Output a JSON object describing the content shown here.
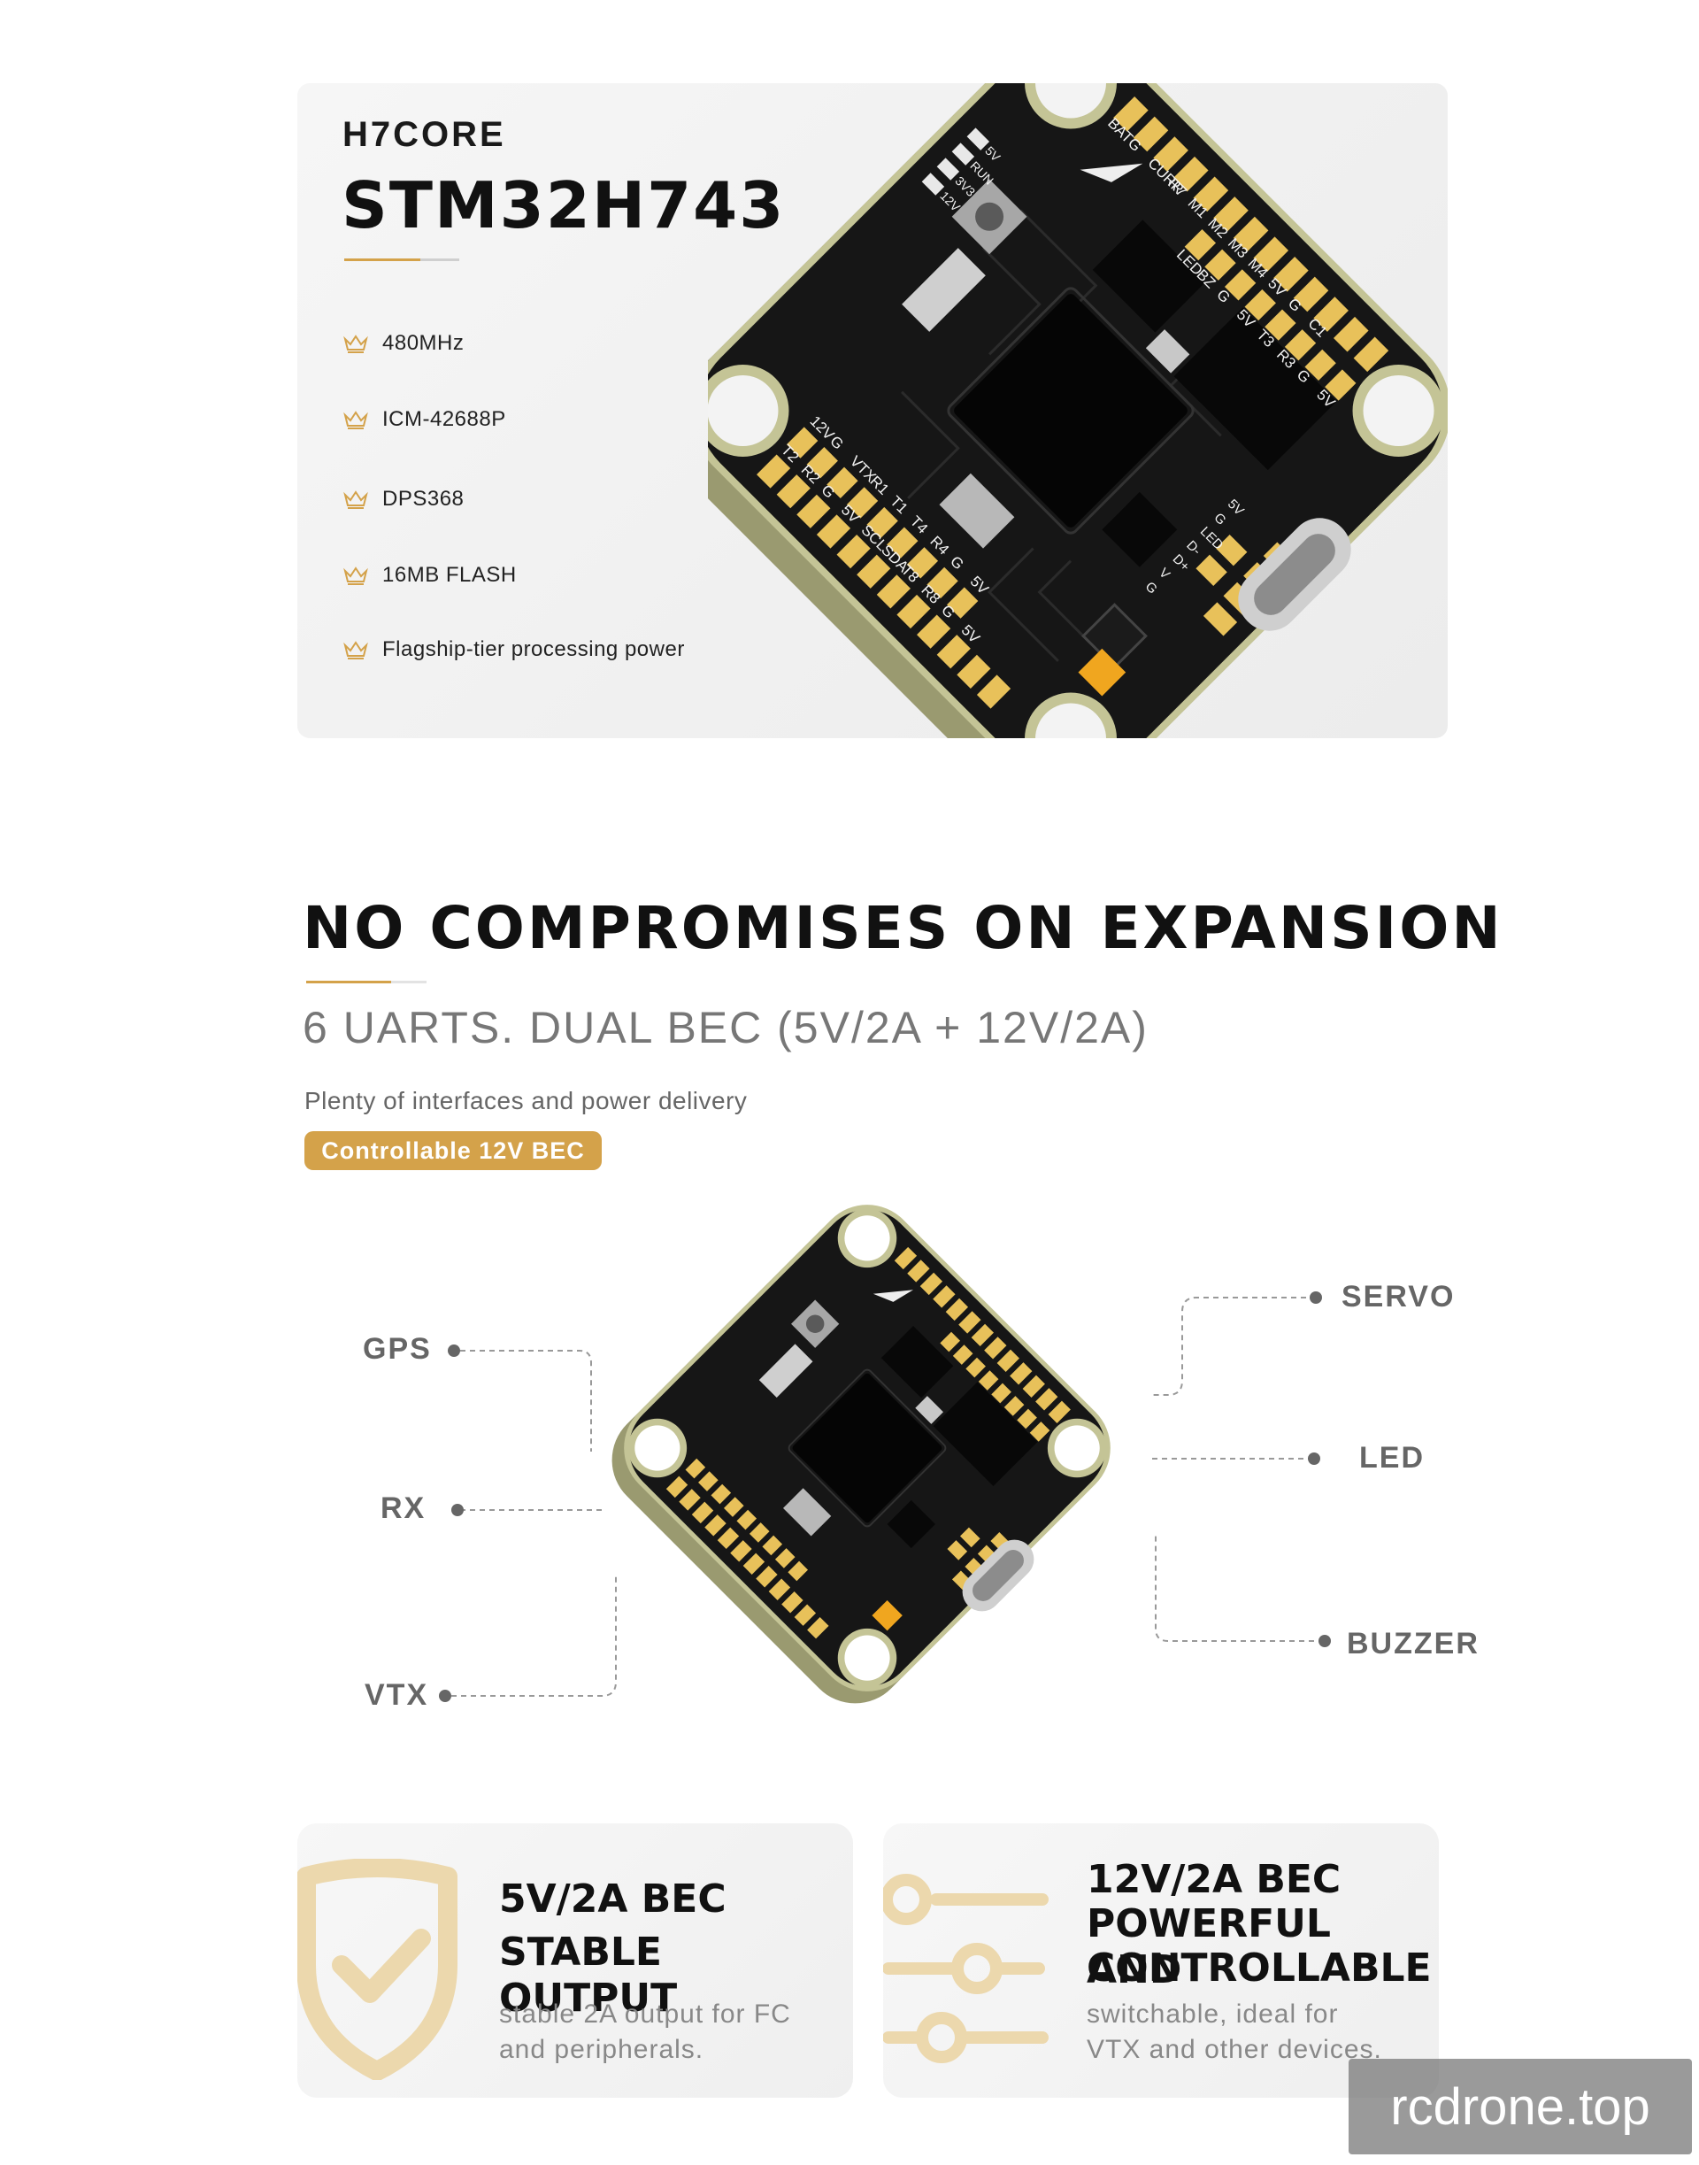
{
  "hero": {
    "brand": "H7CORE",
    "model": "STM32H743",
    "specs": [
      "480MHz",
      "ICM-42688P",
      "DPS368",
      "16MB FLASH",
      "Flagship-tier processing power"
    ]
  },
  "board_labels": {
    "top_left": [
      "5V",
      "RUN",
      "3V3",
      "12V"
    ],
    "top_right": [
      "BAT",
      "G",
      "CURR",
      "R7",
      "M1",
      "M2",
      "M3",
      "M4",
      "5V",
      "G",
      "C1"
    ],
    "top_right_inner": [
      "LED",
      "BZ",
      "G",
      "5V",
      "T3",
      "R3",
      "G",
      "5V"
    ],
    "left_row1": [
      "12V",
      "G",
      "VTX",
      "R1",
      "T1",
      "T4",
      "R4",
      "G",
      "5V"
    ],
    "left_row2": [
      "T2",
      "R2",
      "G",
      "5V",
      "SCL",
      "SDA",
      "T8",
      "R8",
      "G",
      "5V"
    ],
    "right": [
      "5V",
      "G",
      "LED",
      "D-",
      "D+",
      "V",
      "G"
    ]
  },
  "expansion": {
    "title": "NO COMPROMISES ON EXPANSION",
    "subtitle": "6 UARTS. DUAL BEC (5V/2A + 12V/2A)",
    "description": "Plenty of interfaces and power delivery",
    "badge": "Controllable 12V BEC",
    "callouts": {
      "gps": "GPS",
      "rx": "RX",
      "vtx": "VTX",
      "servo": "SERVO",
      "led": "LED",
      "buzzer": "BUZZER"
    }
  },
  "cards": [
    {
      "title_line1": "5V/2A BEC",
      "title_line2": "STABLE OUTPUT",
      "desc_line1": "stable 2A output for FC",
      "desc_line2": "and peripherals."
    },
    {
      "title_line1": "12V/2A BEC",
      "title_line2": "POWERFUL AND",
      "title_line3": "CONTROLLABLE",
      "desc_line1": "switchable, ideal for",
      "desc_line2": "VTX and other devices."
    }
  ],
  "watermark": "rcdrone.top",
  "colors": {
    "accent": "#d4a24a",
    "pad_gold": "#e8c15a",
    "board": "#151515",
    "board_edge": "#b9b98a"
  }
}
